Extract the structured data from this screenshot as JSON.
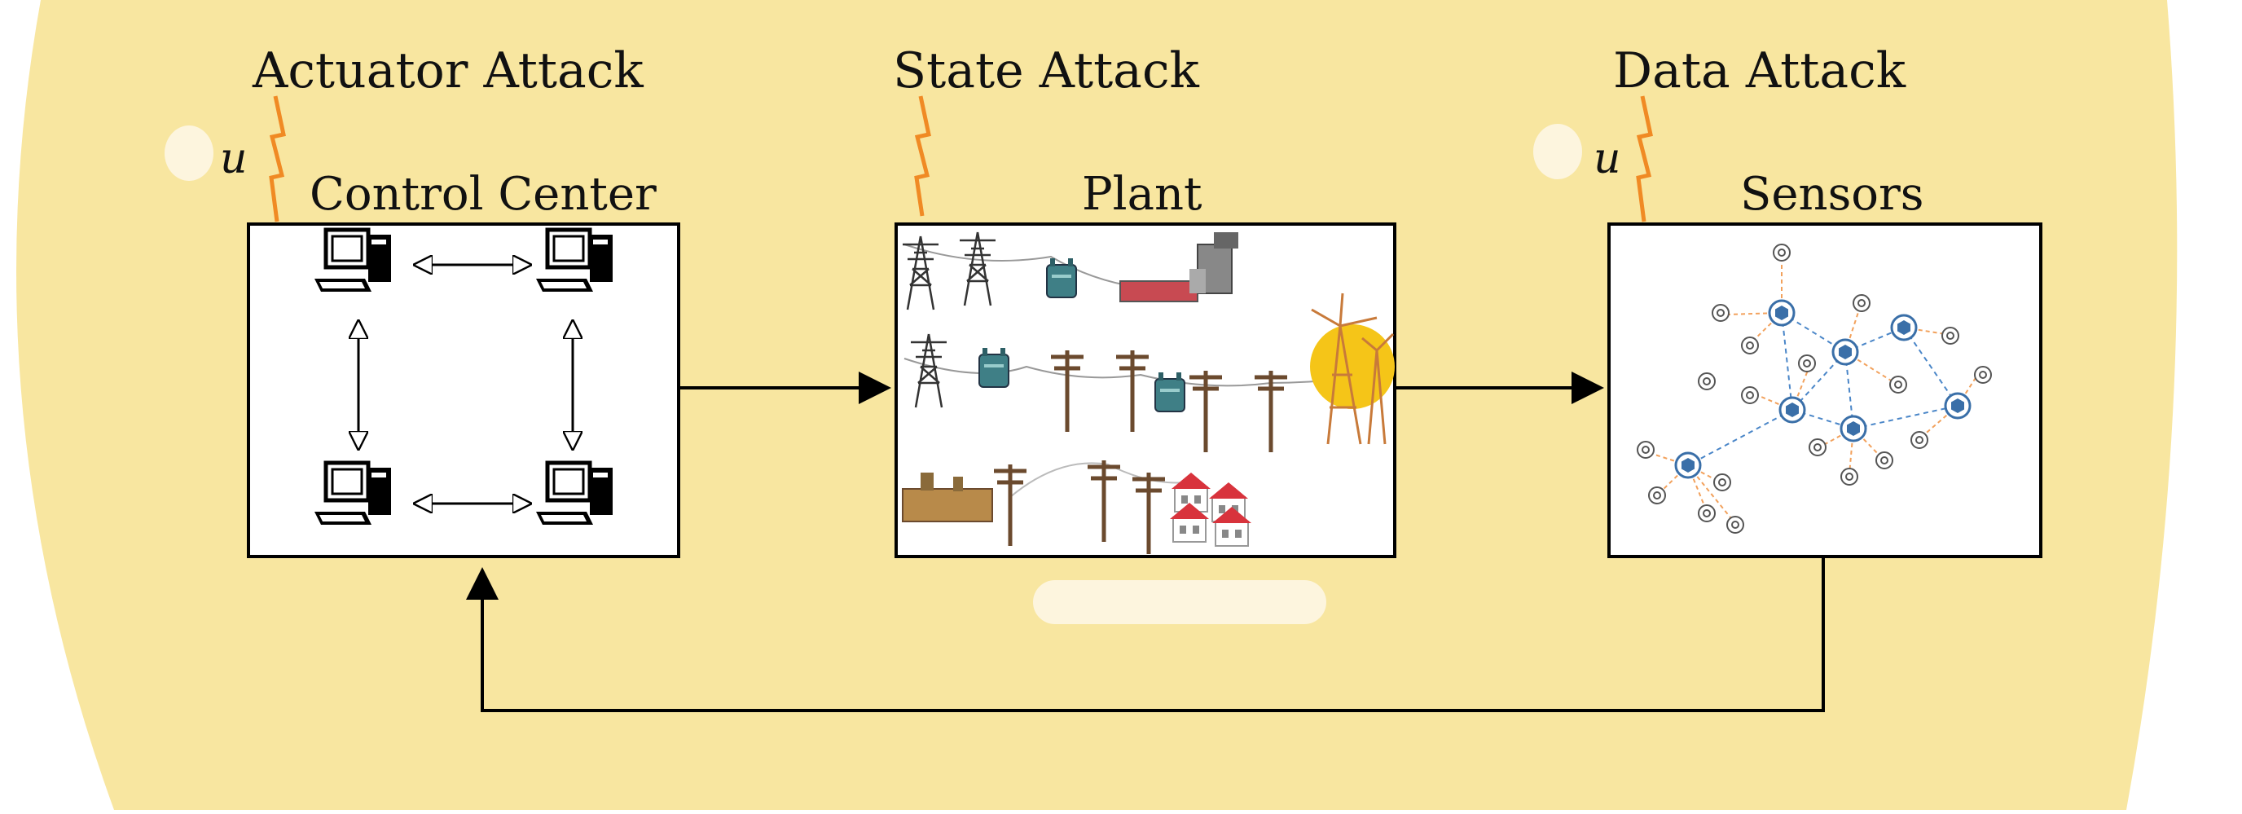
{
  "attacks": {
    "actuator": "Actuator Attack",
    "state": "State Attack",
    "data": "Data Attack"
  },
  "blocks": {
    "control_center": "Control Center",
    "plant": "Plant",
    "sensors": "Sensors"
  },
  "signals": {
    "actuator_u": "u",
    "data_u": "u"
  },
  "colors": {
    "background_blob": "#f8e6a0",
    "lightning": "#f08a24",
    "sensor_node": "#3a6fa8",
    "sensor_link": "#4a86c8",
    "sensor_leaf_link": "#f2a15c",
    "house_roof": "#d8333c"
  },
  "icons": {
    "workstation": "computer-workstation-icon",
    "attack": "lightning-bolt-icon"
  }
}
